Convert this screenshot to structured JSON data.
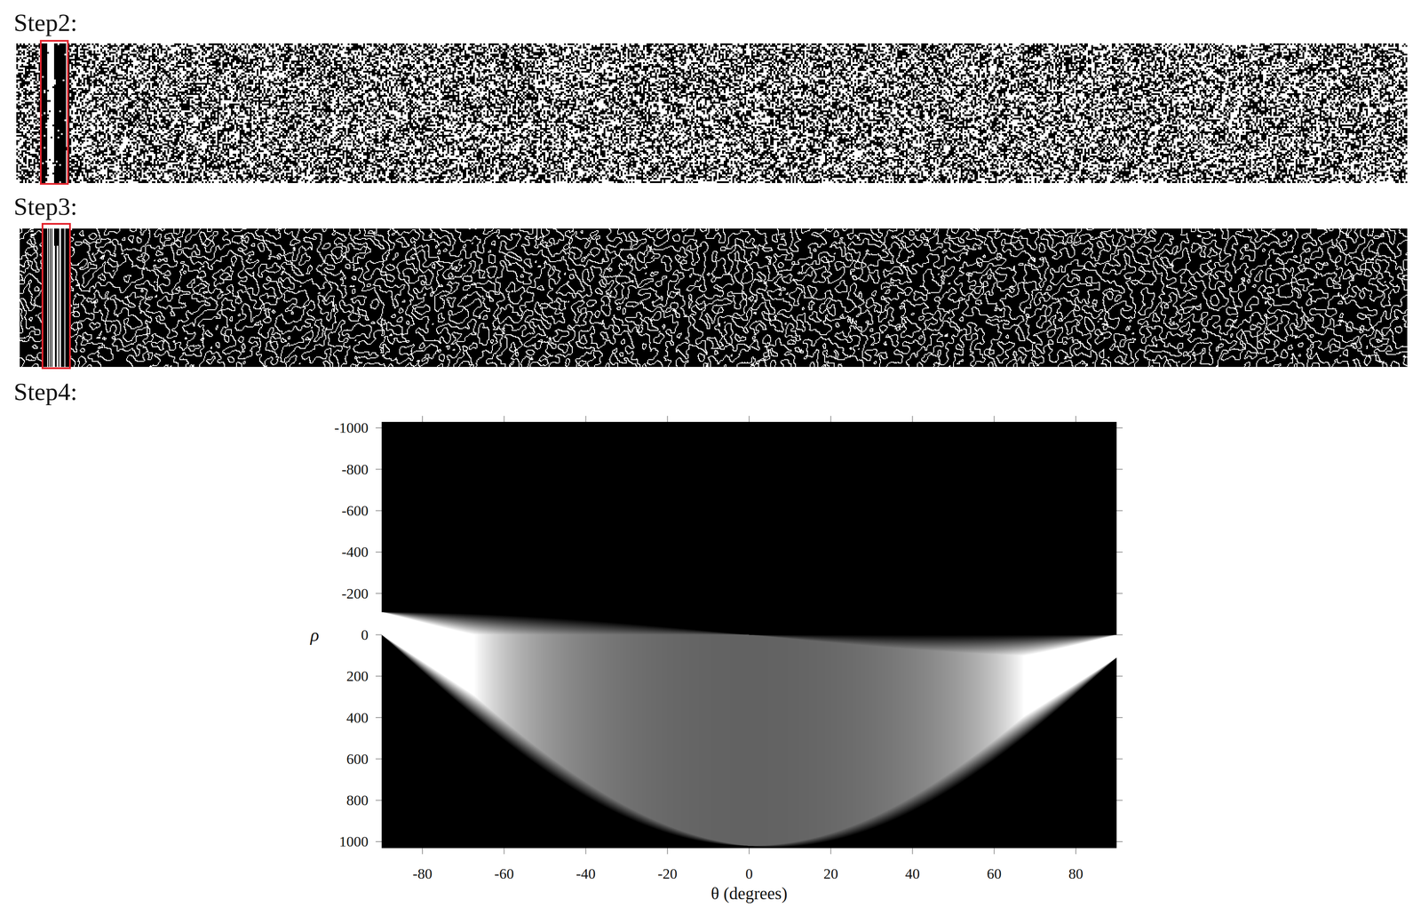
{
  "diagram": {
    "labels": [
      "Step2:",
      "Step3:",
      "Step4:",
      "-1000",
      "-800",
      "-600",
      "-400",
      "-200",
      "0",
      "200",
      "400",
      "600",
      "800",
      "1000",
      "-80",
      "-60",
      "-40",
      "-20",
      "0",
      "20",
      "40",
      "60",
      "80",
      "ρ",
      "θ (degrees)"
    ]
  }
}
